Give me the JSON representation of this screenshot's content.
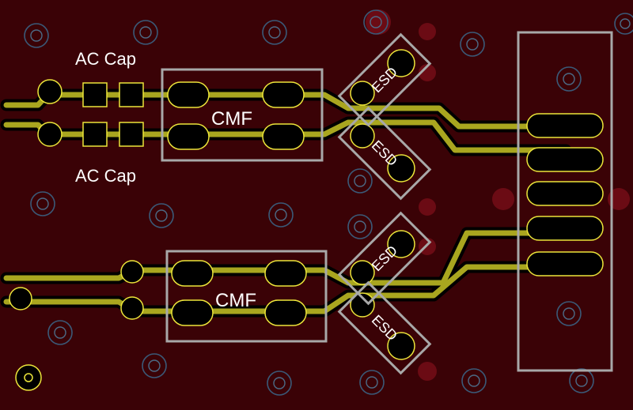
{
  "labels": {
    "ac_cap_top": "AC Cap",
    "ac_cap_bottom": "AC Cap",
    "cmf_top": "CMF",
    "cmf_bottom": "CMF",
    "esd_1": "ESD",
    "esd_2": "ESD",
    "esd_3": "ESD",
    "esd_4": "ESD"
  },
  "colors": {
    "board": "#3a0206",
    "trace": "#a9a61f",
    "pad_outline": "#ece53a",
    "outline_box": "#a8a8a8",
    "via_ring": "#3a5a78"
  }
}
